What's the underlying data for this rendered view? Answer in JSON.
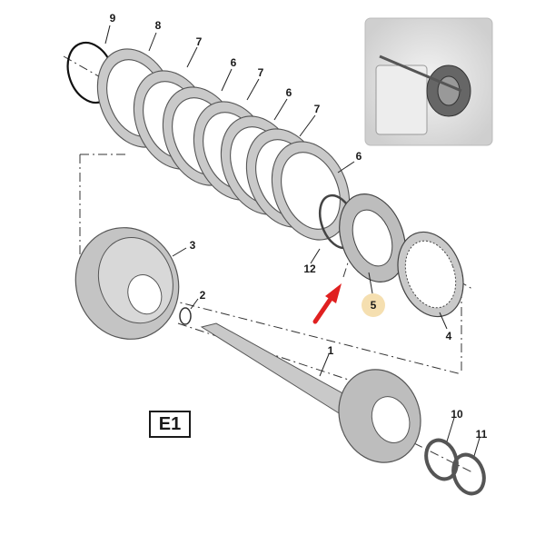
{
  "diagram": {
    "badge_label": "E1",
    "callouts": {
      "c9": "9",
      "c8": "8",
      "c7a": "7",
      "c6a": "6",
      "c7b": "7",
      "c6b": "6",
      "c7c": "7",
      "c6c": "6",
      "c3": "3",
      "c2": "2",
      "c12": "12",
      "c5": "5",
      "c4": "4",
      "c1": "1",
      "c10": "10",
      "c11": "11"
    },
    "colors": {
      "part_fill": "#c9c9c9",
      "part_stroke": "#555555",
      "highlight": "#f5dfb0",
      "arrow": "#e02020",
      "line": "#222222"
    },
    "icons": {
      "inset": "gearbox-assembly-icon",
      "pointer": "red-arrow-icon"
    }
  }
}
